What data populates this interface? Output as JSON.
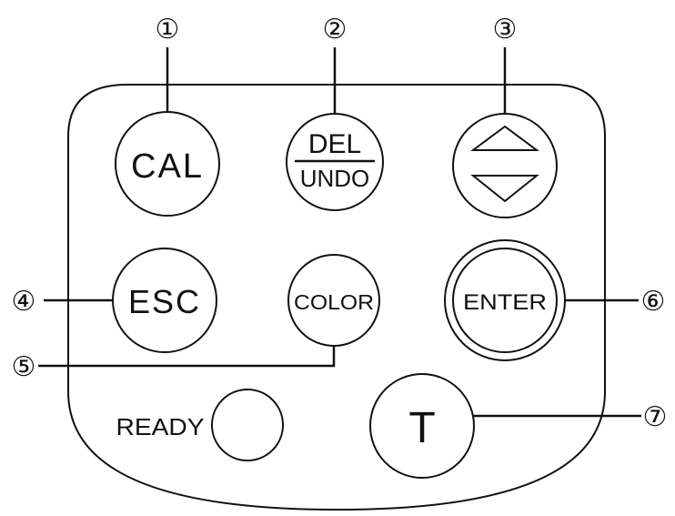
{
  "keypad": {
    "buttons": {
      "cal": "CAL",
      "del": "DEL",
      "undo": "UNDO",
      "esc": "ESC",
      "color": "COLOR",
      "enter": "ENTER",
      "t": "T"
    },
    "ready_label": "READY",
    "callouts": [
      "①",
      "②",
      "③",
      "④",
      "⑤",
      "⑥",
      "⑦"
    ]
  }
}
